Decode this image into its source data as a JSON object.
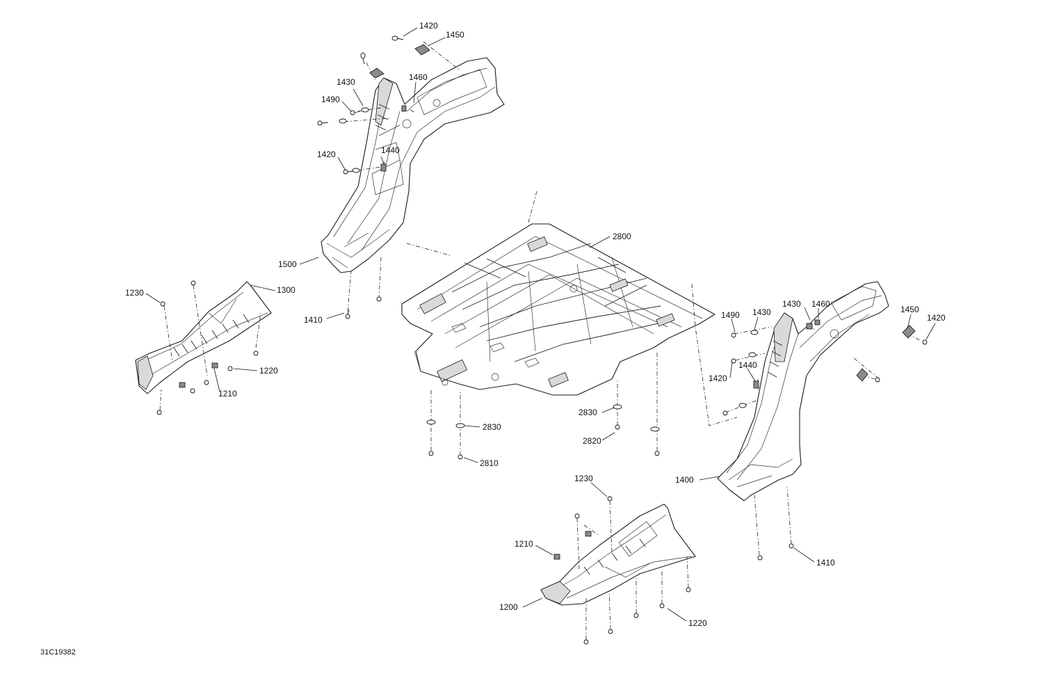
{
  "figure_code": "31C19382",
  "callouts": {
    "c1420_top": "1420",
    "c1450_top": "1450",
    "c1460_left": "1460",
    "c1430_left": "1430",
    "c1490_left": "1490",
    "c1440_left": "1440",
    "c1420_left": "1420",
    "c1500": "1500",
    "c1410_left": "1410",
    "c1230_left": "1230",
    "c1300": "1300",
    "c1220_left": "1220",
    "c1210_left": "1210",
    "c2800": "2800",
    "c2830_left": "2830",
    "c2810": "2810",
    "c2830_right": "2830",
    "c2820": "2820",
    "c1490_right": "1490",
    "c1430_right_a": "1430",
    "c1430_right_b": "1430",
    "c1460_right": "1460",
    "c1450_right": "1450",
    "c1420_right": "1420",
    "c1440_right": "1440",
    "c1420_right_low": "1420",
    "c1400": "1400",
    "c1410_right": "1410",
    "c1230_right": "1230",
    "c1210_right": "1210",
    "c1200": "1200",
    "c1220_right": "1220"
  }
}
